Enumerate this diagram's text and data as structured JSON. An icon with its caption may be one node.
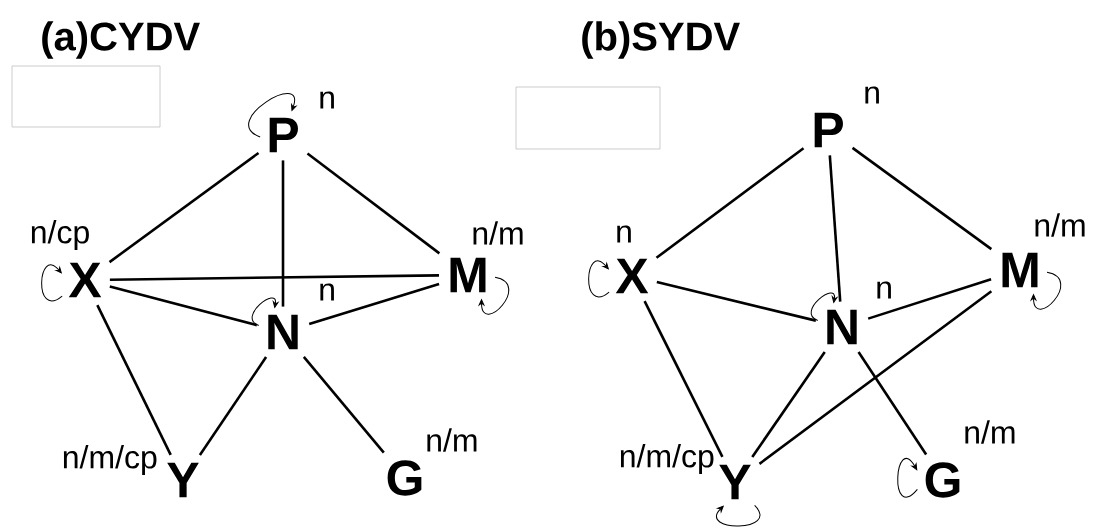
{
  "diagram": {
    "nodes": [
      {
        "text": [
          "P"
        ],
        "beside": [
          "n"
        ]
      },
      {
        "text": [
          "X"
        ],
        "beside": [
          "n/cp"
        ]
      },
      {
        "text": [
          "M"
        ],
        "beside": [
          "n/m"
        ]
      },
      {
        "text": [
          "N"
        ],
        "beside": [
          "n"
        ]
      },
      {
        "text": [
          "Y"
        ],
        "beside": [
          "n/m/cp"
        ]
      },
      {
        "text": [
          "G"
        ],
        "beside": [
          "n/m"
        ]
      },
      {
        "text": [
          "P"
        ],
        "beside": [
          "n"
        ]
      },
      {
        "text": [
          "X"
        ],
        "beside": [
          "n"
        ]
      },
      {
        "text": [
          "M"
        ],
        "beside": [
          "n/m"
        ]
      },
      {
        "text": [
          "N"
        ],
        "beside": [
          "n"
        ]
      },
      {
        "text": [
          "Y"
        ],
        "beside": [
          "n/m/cp"
        ]
      },
      {
        "text": [
          "G"
        ],
        "beside": [
          "n/m"
        ]
      }
    ],
    "edges": [
      {
        "from": 0,
        "to": 1,
        "arrow": "none"
      },
      {
        "from": 0,
        "to": 3,
        "arrow": "none"
      },
      {
        "from": 0,
        "to": 2,
        "arrow": "none"
      },
      {
        "from": 1,
        "to": 2,
        "arrow": "none"
      },
      {
        "from": 1,
        "to": 3,
        "arrow": "none"
      },
      {
        "from": 3,
        "to": 2,
        "arrow": "none"
      },
      {
        "from": 1,
        "to": 4,
        "arrow": "none"
      },
      {
        "from": 3,
        "to": 4,
        "arrow": "none"
      },
      {
        "from": 3,
        "to": 5,
        "arrow": "none"
      },
      {
        "from": 0,
        "to": 0,
        "arrow": "to"
      },
      {
        "from": 1,
        "to": 1,
        "arrow": "to"
      },
      {
        "from": 3,
        "to": 3,
        "arrow": "to"
      },
      {
        "from": 2,
        "to": 2,
        "arrow": "to"
      },
      {
        "from": 6,
        "to": 7,
        "arrow": "none"
      },
      {
        "from": 6,
        "to": 9,
        "arrow": "none"
      },
      {
        "from": 6,
        "to": 8,
        "arrow": "none"
      },
      {
        "from": 7,
        "to": 9,
        "arrow": "none"
      },
      {
        "from": 9,
        "to": 8,
        "arrow": "none"
      },
      {
        "from": 7,
        "to": 10,
        "arrow": "none"
      },
      {
        "from": 9,
        "to": 10,
        "arrow": "none"
      },
      {
        "from": 8,
        "to": 10,
        "arrow": "none"
      },
      {
        "from": 9,
        "to": 11,
        "arrow": "none"
      },
      {
        "from": 7,
        "to": 7,
        "arrow": "to"
      },
      {
        "from": 9,
        "to": 9,
        "arrow": "to"
      },
      {
        "from": 8,
        "to": 8,
        "arrow": "to"
      },
      {
        "from": 10,
        "to": 10,
        "arrow": "to"
      },
      {
        "from": 11,
        "to": 11,
        "arrow": "to"
      }
    ],
    "labels": [
      "(a)CYDV",
      "(b)SYDV"
    ]
  }
}
